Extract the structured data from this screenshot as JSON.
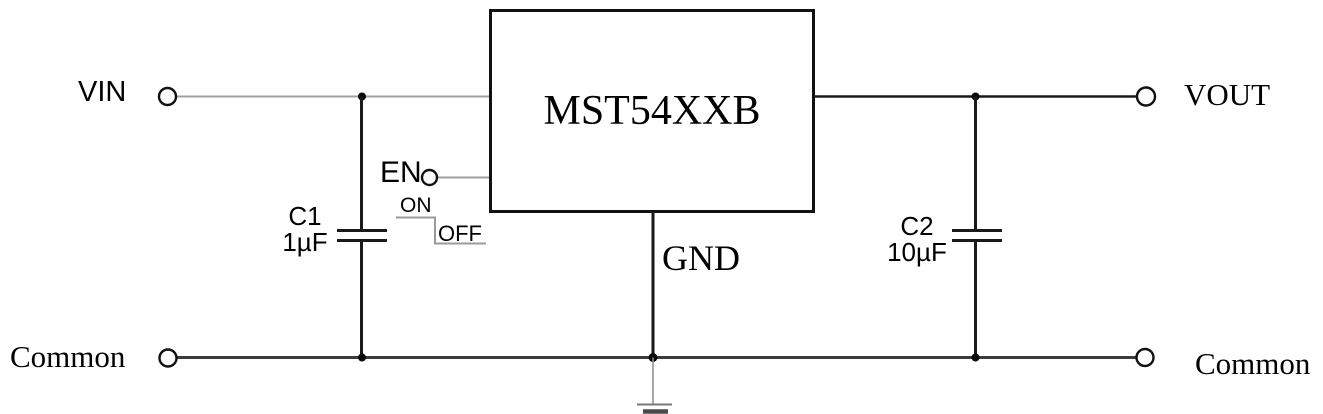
{
  "schematic": {
    "ic": {
      "part_number": "MST54XXB"
    },
    "pins": {
      "enable": "EN",
      "ground": "GND"
    },
    "terminals": {
      "input": "VIN",
      "output": "VOUT",
      "common_left": "Common",
      "common_right": "Common"
    },
    "enable_states": {
      "on": "ON",
      "off": "OFF"
    },
    "capacitors": {
      "input": {
        "ref": "C1",
        "value": "1µF"
      },
      "output": {
        "ref": "C2",
        "value": "10µF"
      }
    },
    "colors": {
      "ink": "#111111",
      "wire_gray": "#a0a0a0",
      "rail": "#3c3c3c",
      "background": "#ffffff"
    }
  }
}
